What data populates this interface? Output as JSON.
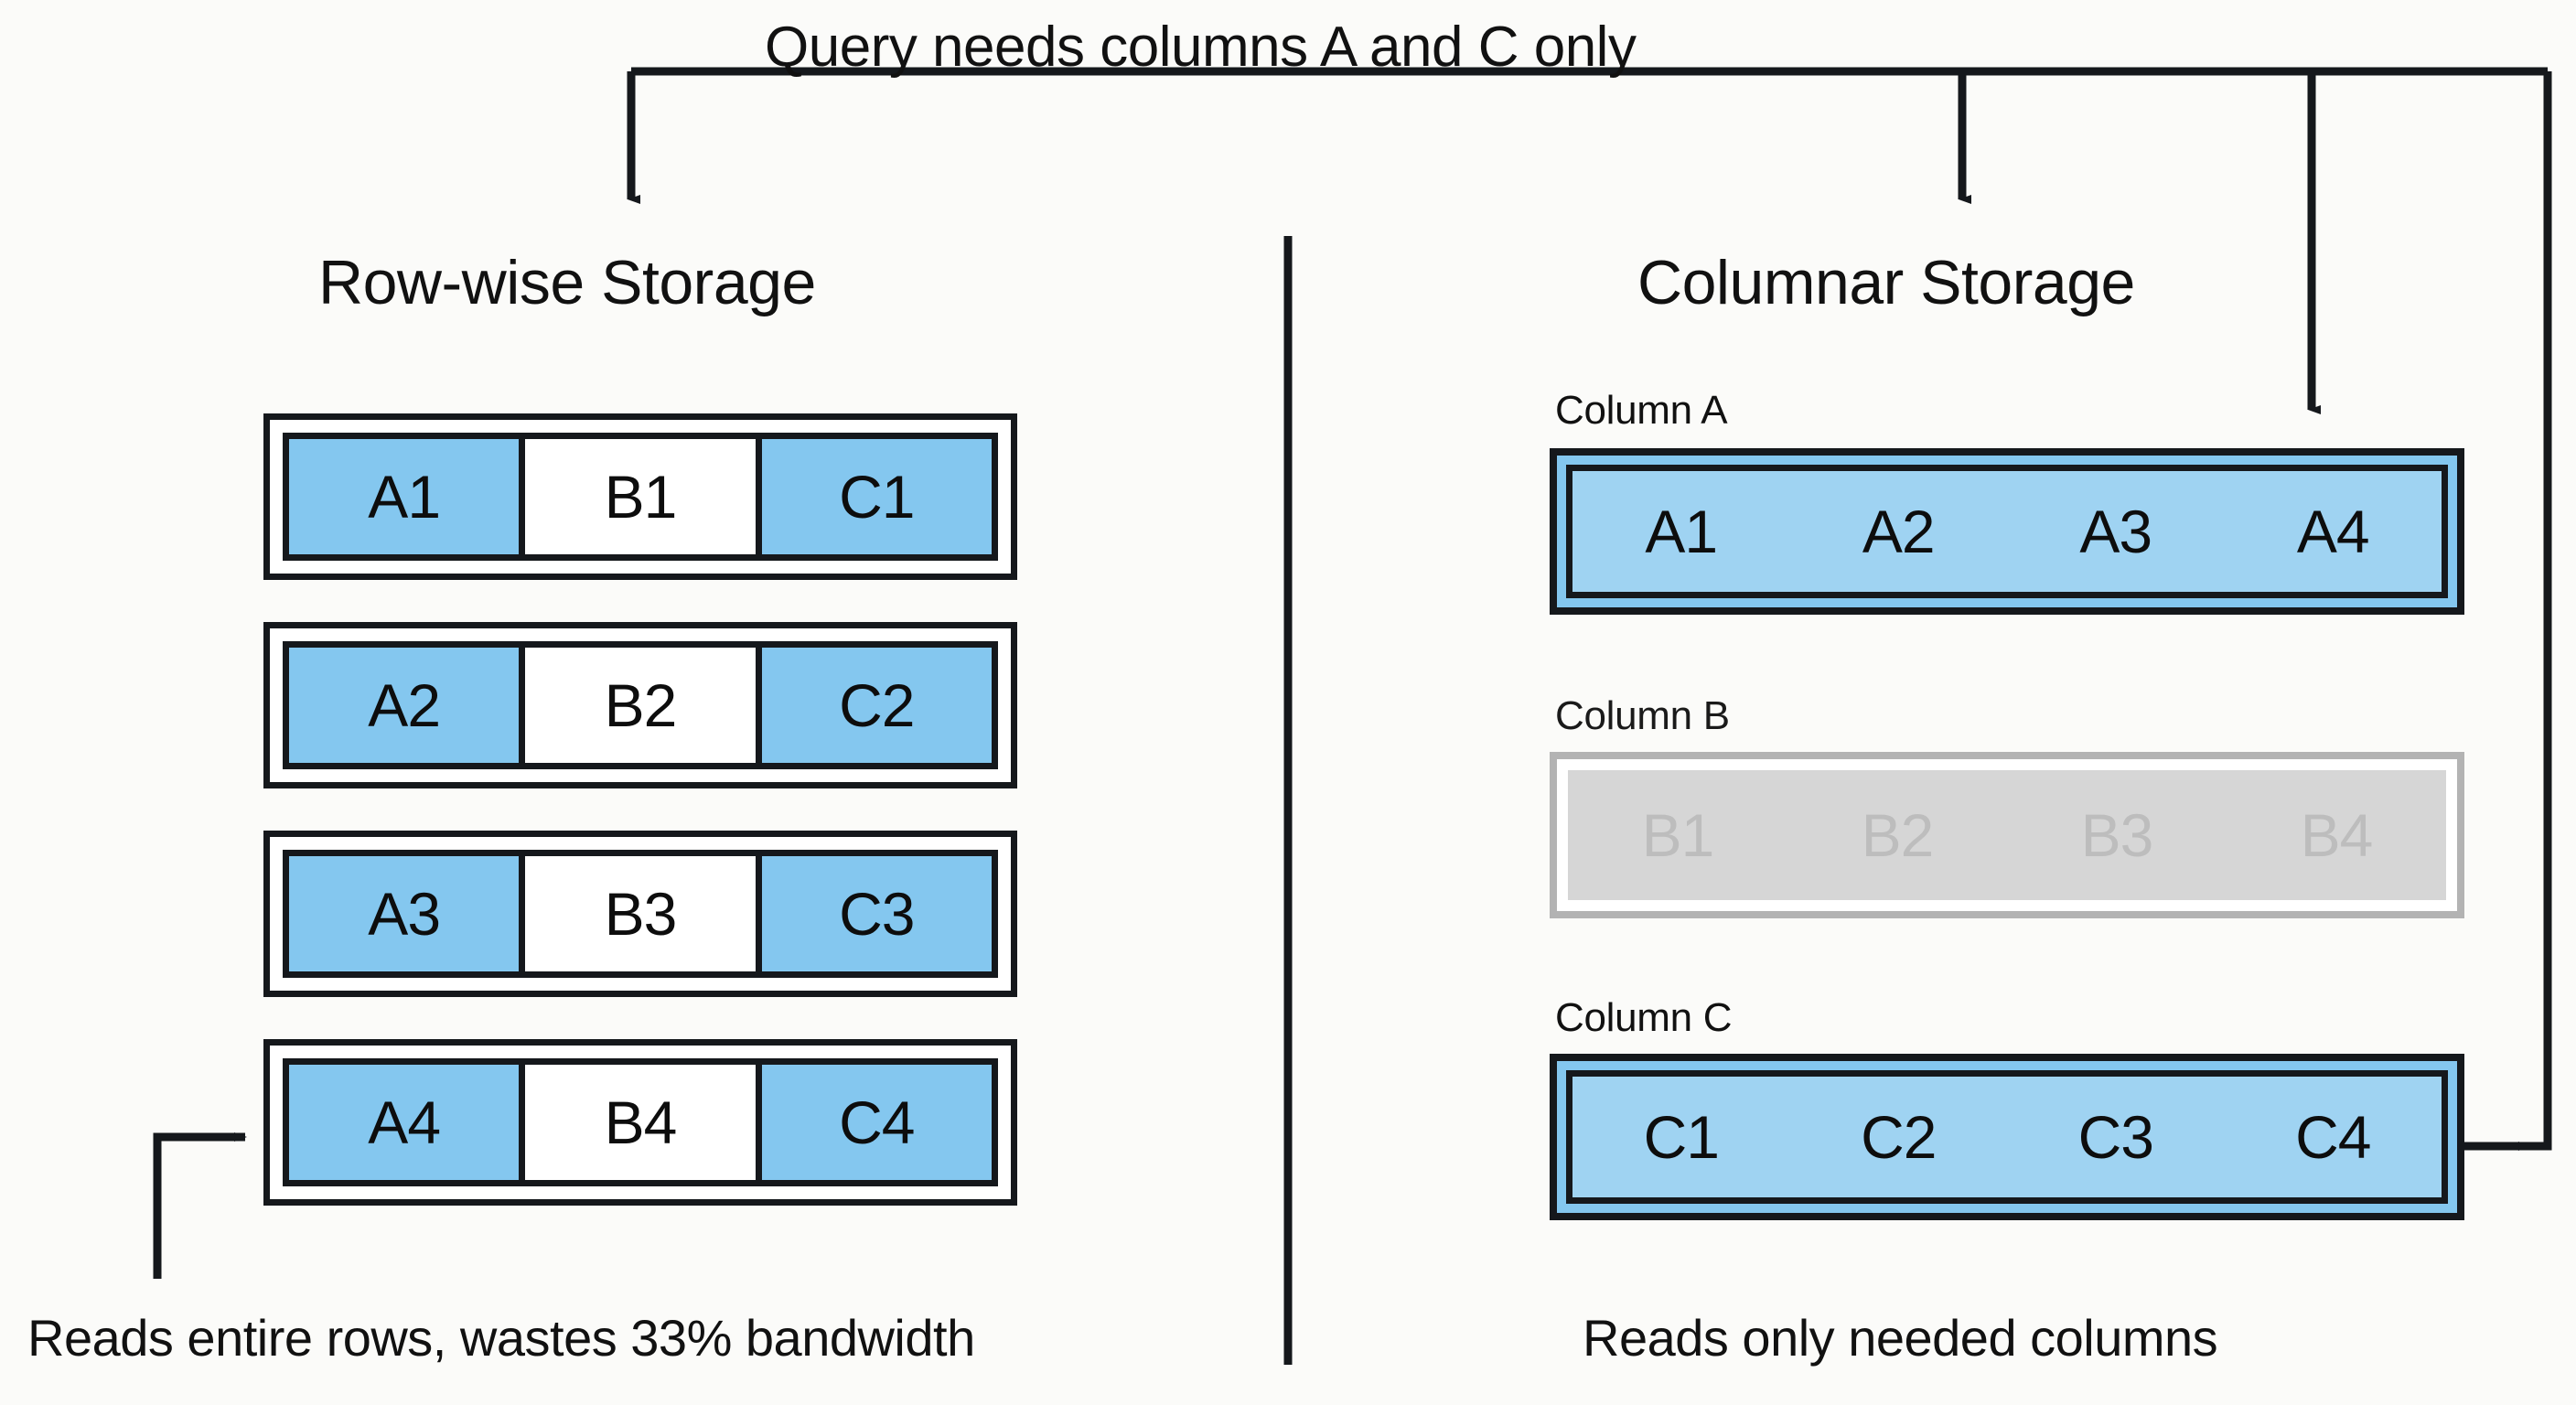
{
  "banner": {
    "text": "Query needs columns A and C only"
  },
  "left_panel": {
    "title": "Row-wise Storage",
    "caption": "Reads entire rows, wastes 33% bandwidth",
    "column_headers": [
      "A",
      "B",
      "C"
    ],
    "selected_columns": [
      "A",
      "C"
    ],
    "rows": [
      {
        "cells": [
          {
            "label": "A1",
            "selected": true
          },
          {
            "label": "B1",
            "selected": false
          },
          {
            "label": "C1",
            "selected": true
          }
        ]
      },
      {
        "cells": [
          {
            "label": "A2",
            "selected": true
          },
          {
            "label": "B2",
            "selected": false
          },
          {
            "label": "C2",
            "selected": true
          }
        ]
      },
      {
        "cells": [
          {
            "label": "A3",
            "selected": true
          },
          {
            "label": "B3",
            "selected": false
          },
          {
            "label": "C3",
            "selected": true
          }
        ]
      },
      {
        "cells": [
          {
            "label": "A4",
            "selected": true
          },
          {
            "label": "B4",
            "selected": false
          },
          {
            "label": "C4",
            "selected": true
          }
        ]
      }
    ]
  },
  "right_panel": {
    "title": "Columnar Storage",
    "caption": "Reads only needed columns",
    "columns": [
      {
        "label": "Column A",
        "selected": true,
        "cells": [
          "A1",
          "A2",
          "A3",
          "A4"
        ]
      },
      {
        "label": "Column B",
        "selected": false,
        "cells": [
          "B1",
          "B2",
          "B3",
          "B4"
        ]
      },
      {
        "label": "Column C",
        "selected": true,
        "cells": [
          "C1",
          "C2",
          "C3",
          "C4"
        ]
      }
    ]
  },
  "colors": {
    "background": "#fbfbf9",
    "selected_fill": "#84c7ef",
    "selected_fill_light": "#9fd3f2",
    "unselected_fill": "#ffffff",
    "muted_fill": "#d6d6d6",
    "muted_border": "#b3b3b3",
    "muted_text": "#bdbdbd",
    "stroke": "#15181c",
    "text": "#111111"
  }
}
